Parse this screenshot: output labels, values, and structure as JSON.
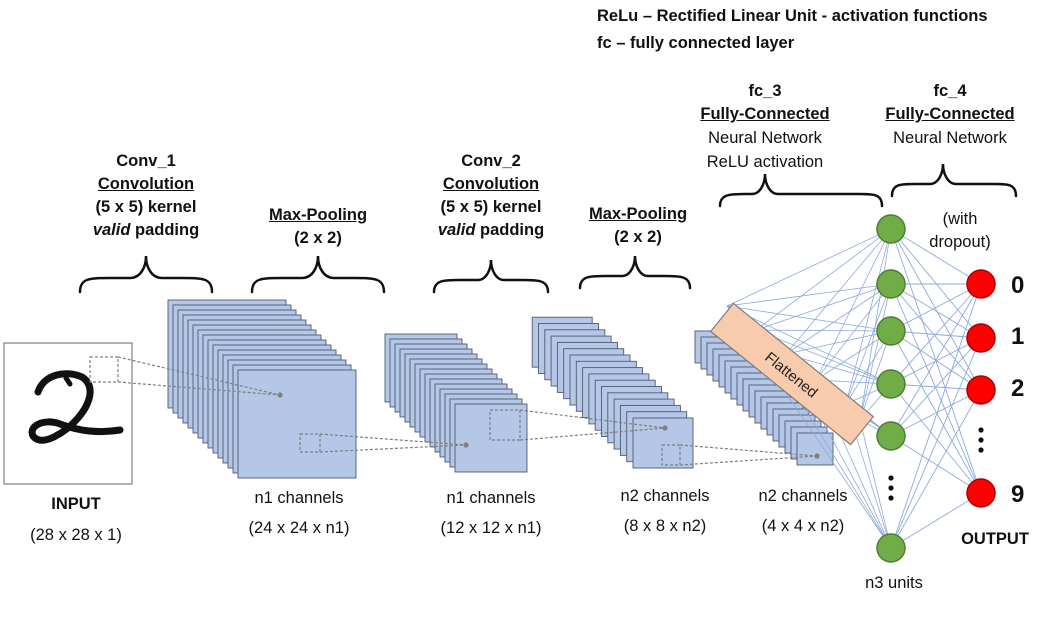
{
  "legend": {
    "relu": "ReLu – Rectified Linear Unit - activation functions",
    "fc": "fc – fully connected layer"
  },
  "labels": {
    "conv1": {
      "name": "Conv_1",
      "type": "Convolution",
      "kernel": "(5 x 5) kernel",
      "pad_word": "valid",
      "pad_rest": " padding"
    },
    "pool1": {
      "type": "Max-Pooling",
      "size": "(2 x 2)"
    },
    "conv2": {
      "name": "Conv_2",
      "type": "Convolution",
      "kernel": "(5 x 5) kernel",
      "pad_word": "valid",
      "pad_rest": " padding"
    },
    "pool2": {
      "type": "Max-Pooling",
      "size": "(2 x 2)"
    },
    "fc3": {
      "name": "fc_3",
      "type": "Fully-Connected",
      "line1": "Neural Network",
      "line2": "ReLU activation"
    },
    "fc4": {
      "name": "fc_4",
      "type": "Fully-Connected",
      "line1": "Neural Network",
      "dropout1": "(with",
      "dropout2": "dropout)"
    }
  },
  "flattened": "Flattened",
  "input": {
    "title": "INPUT",
    "dims": "(28 x 28 x 1)"
  },
  "stacks": [
    {
      "channels": "n1 channels",
      "dims": "(24 x 24 x n1)"
    },
    {
      "channels": "n1 channels",
      "dims": "(12 x 12 x n1)"
    },
    {
      "channels": "n2 channels",
      "dims": "(8 x 8 x n2)"
    },
    {
      "channels": "n2 channels",
      "dims": "(4 x 4 x n2)"
    }
  ],
  "hidden_units": "n3 units",
  "output": {
    "title": "OUTPUT",
    "digits": [
      "0",
      "1",
      "2",
      "9"
    ],
    "ellipsis": "⋮"
  },
  "colors": {
    "map_fill": "#b4c7e7",
    "node_green": "#70ad47",
    "node_red": "#ff0000",
    "flatten_fill": "#f8cbad",
    "edge": "#8ea9db"
  }
}
